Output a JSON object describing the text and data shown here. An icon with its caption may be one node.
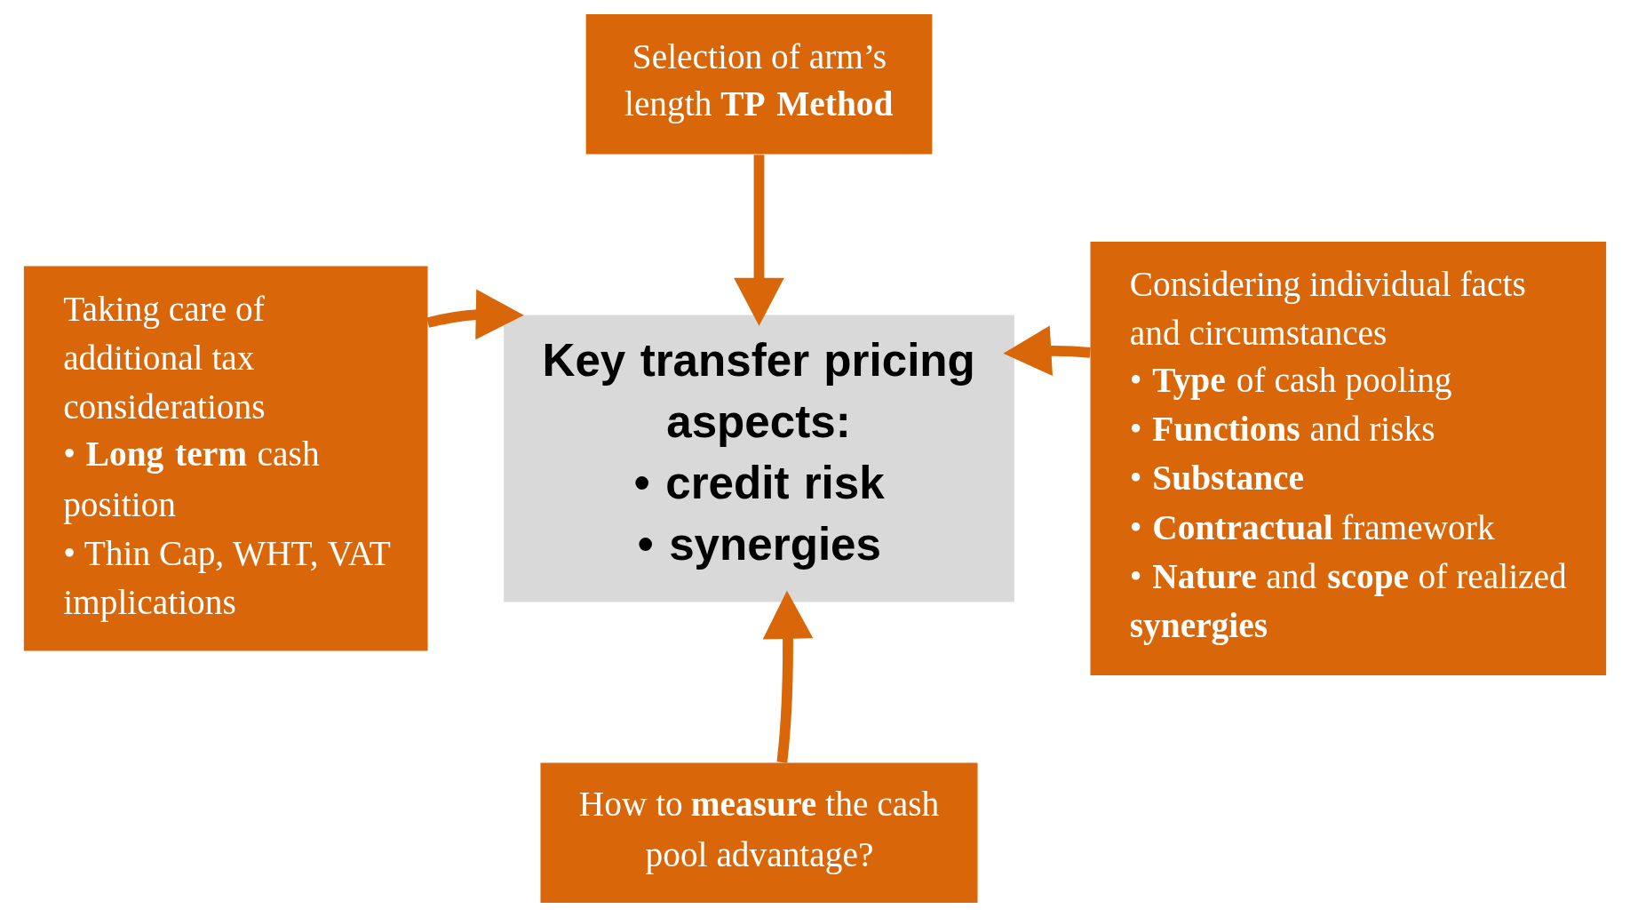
{
  "diagram": {
    "nodes": [
      {
        "text": [
          "Selection of arm’s length **TP Method**"
        ]
      },
      {
        "text": [
          "Taking care of additional tax considerations",
          "• **Long term** cash position",
          "• Thin Cap, WHT, VAT implications"
        ]
      },
      {
        "text": [
          "Key transfer pricing aspects:",
          "• credit risk",
          "• synergies"
        ]
      },
      {
        "text": [
          "Considering individual facts and circumstances",
          "• **Type** of cash pooling",
          "• **Functions** and risks",
          "• **Substance**",
          "• **Contractual** framework",
          "• **Nature** and **scope** of realized **synergies**"
        ]
      },
      {
        "text": [
          "How to **measure** the cash pool advantage?"
        ]
      }
    ],
    "edges": [
      {
        "from": 0,
        "to": 2,
        "arrow": "to"
      },
      {
        "from": 1,
        "to": 2,
        "arrow": "to"
      },
      {
        "from": 3,
        "to": 2,
        "arrow": "to"
      },
      {
        "from": 4,
        "to": 2,
        "arrow": "to"
      }
    ]
  }
}
